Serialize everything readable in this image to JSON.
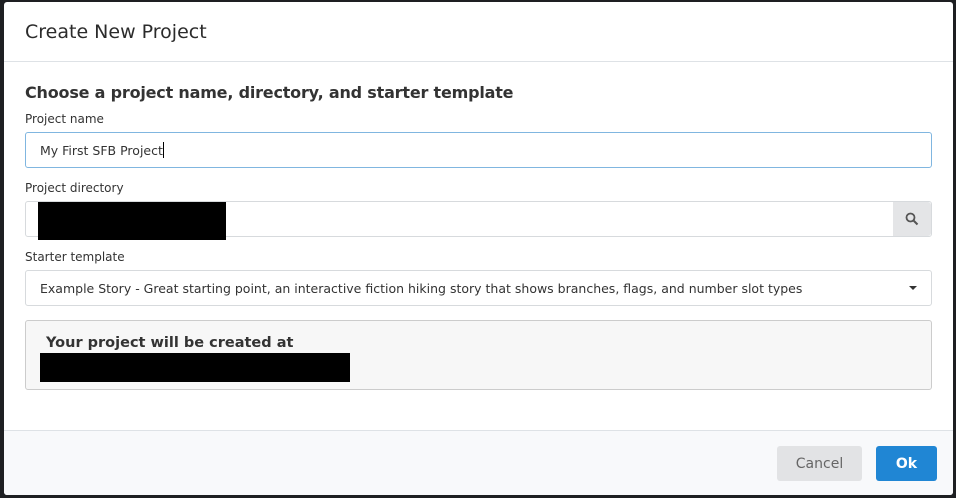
{
  "dialog": {
    "title": "Create New Project",
    "subtitle": "Choose a project name, directory, and starter template",
    "project_name": {
      "label": "Project name",
      "value": "My First SFB Project"
    },
    "project_directory": {
      "label": "Project directory",
      "value_redacted": true,
      "browse_icon": "search-icon"
    },
    "starter_template": {
      "label": "Starter template",
      "selected": "Example Story - Great starting point, an interactive fiction hiking story that shows branches, flags, and number slot types"
    },
    "location_info": {
      "title": "Your project will be created at",
      "path_redacted": true
    },
    "buttons": {
      "cancel": "Cancel",
      "ok": "Ok"
    },
    "colors": {
      "primary": "#2086d4",
      "focus_border": "#80b6e0"
    }
  }
}
